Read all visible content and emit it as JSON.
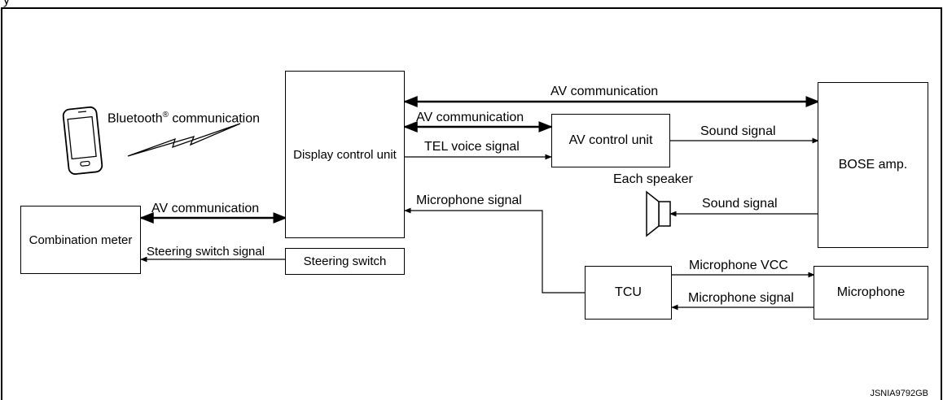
{
  "header_fragment": "y",
  "boxes": {
    "display_control_unit": "Display control unit",
    "av_control_unit": "AV control unit",
    "bose_amp": "BOSE amp.",
    "combination_meter": "Combination meter",
    "steering_switch": "Steering switch",
    "tcu": "TCU",
    "microphone": "Microphone"
  },
  "signals": {
    "av_comm_top": "AV communication",
    "av_comm_mid": "AV communication",
    "tel_voice": "TEL voice signal",
    "sound_signal_1": "Sound signal",
    "each_speaker": "Each speaker",
    "sound_signal_2": "Sound signal",
    "microphone_signal_1": "Microphone signal",
    "av_comm_meter": "AV communication",
    "steering_switch_signal": "Steering switch signal",
    "microphone_vcc": "Microphone VCC",
    "microphone_signal_2": "Microphone signal"
  },
  "bluetooth": {
    "name": "Bluetooth",
    "mark": "®",
    "rest": " communication"
  },
  "figure_code": "JSNIA9792GB",
  "icons": [
    "smartphone-icon",
    "lightning-icon",
    "speaker-icon"
  ]
}
